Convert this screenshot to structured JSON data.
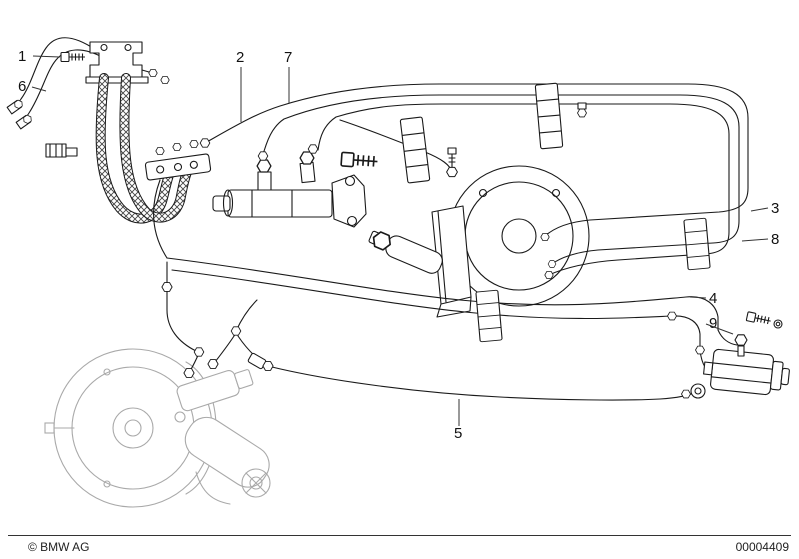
{
  "footer": {
    "copyright": "© BMW AG",
    "drawing_number": "00004409"
  },
  "colors": {
    "line": "#1a1a1a",
    "ghost_part": "#a9a9a9",
    "background": "#ffffff"
  },
  "callouts": [
    {
      "label": "1"
    },
    {
      "label": "6"
    },
    {
      "label": "2"
    },
    {
      "label": "7"
    },
    {
      "label": "3"
    },
    {
      "label": "8"
    },
    {
      "label": "4"
    },
    {
      "label": "9"
    },
    {
      "label": "5"
    }
  ]
}
